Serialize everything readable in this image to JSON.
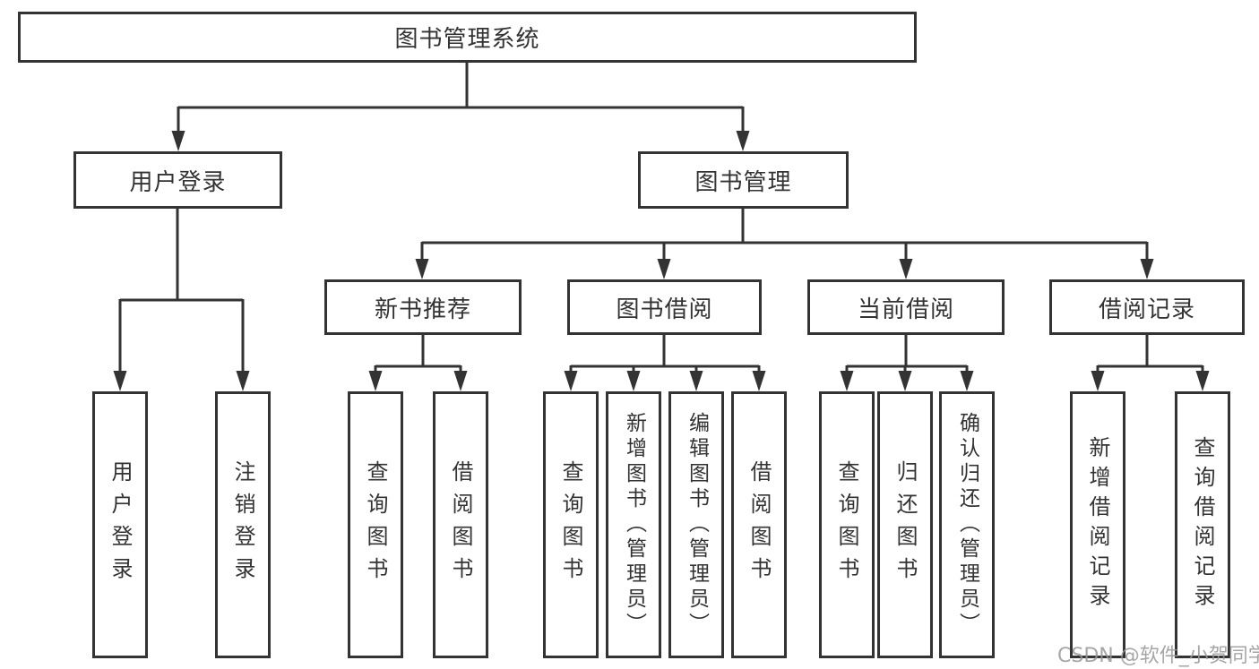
{
  "tree": {
    "root": "图书管理系统",
    "children": [
      {
        "label": "用户登录",
        "children": [
          {
            "label": "用户登录"
          },
          {
            "label": "注销登录"
          }
        ]
      },
      {
        "label": "图书管理",
        "children": [
          {
            "label": "新书推荐",
            "children": [
              {
                "label": "查询图书"
              },
              {
                "label": "借阅图书"
              }
            ]
          },
          {
            "label": "图书借阅",
            "children": [
              {
                "label": "查询图书"
              },
              {
                "label": "新增图书（管理员）"
              },
              {
                "label": "编辑图书（管理员）"
              },
              {
                "label": "借阅图书"
              }
            ]
          },
          {
            "label": "当前借阅",
            "children": [
              {
                "label": "查询图书"
              },
              {
                "label": "归还图书"
              },
              {
                "label": "确认归还（管理员）"
              }
            ]
          },
          {
            "label": "借阅记录",
            "children": [
              {
                "label": "新增借阅记录"
              },
              {
                "label": "查询借阅记录"
              }
            ]
          }
        ]
      }
    ]
  },
  "watermark": {
    "text": "CSDN @软件_小贺同学"
  },
  "colors": {
    "line": "#333333",
    "box_border": "#333333",
    "text": "#333333",
    "background": "#ffffff",
    "watermark": "#969696"
  }
}
